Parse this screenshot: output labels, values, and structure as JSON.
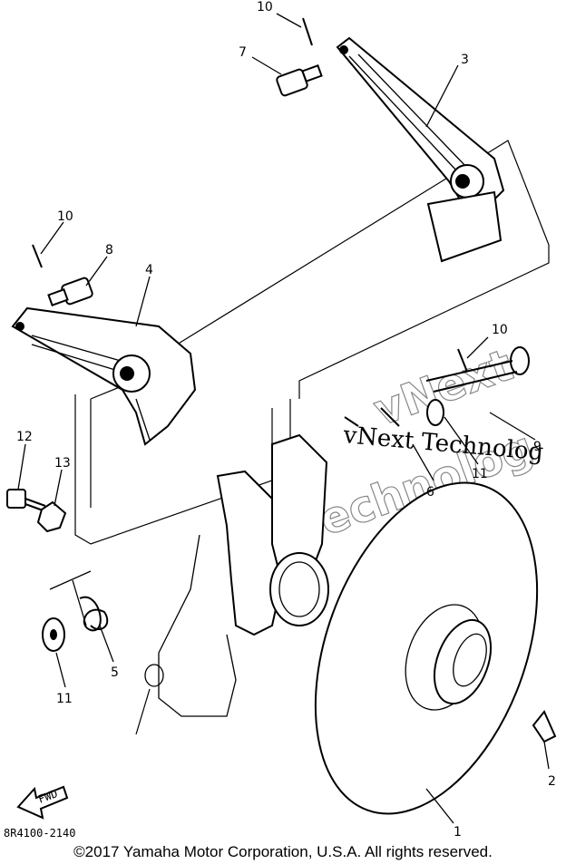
{
  "callouts": [
    {
      "key": "c1",
      "text": "1"
    },
    {
      "key": "c2",
      "text": "2"
    },
    {
      "key": "c3",
      "text": "3"
    },
    {
      "key": "c4",
      "text": "4"
    },
    {
      "key": "c5",
      "text": "5"
    },
    {
      "key": "c6",
      "text": "6"
    },
    {
      "key": "c7",
      "text": "7"
    },
    {
      "key": "c8",
      "text": "8"
    },
    {
      "key": "c9",
      "text": "9"
    },
    {
      "key": "c10a",
      "text": "10"
    },
    {
      "key": "c10b",
      "text": "10"
    },
    {
      "key": "c10c",
      "text": "10"
    },
    {
      "key": "c11a",
      "text": "11"
    },
    {
      "key": "c11b",
      "text": "11"
    },
    {
      "key": "c12",
      "text": "12"
    },
    {
      "key": "c13",
      "text": "13"
    }
  ],
  "arrow_label": "FWD",
  "diagram_code": "8R4100-2140",
  "watermark": {
    "line1": "vNext Technolog",
    "line2": "vNext",
    "line3": "Technolog"
  },
  "copyright": "©2017 Yamaha Motor Corporation, U.S.A. All rights reserved."
}
